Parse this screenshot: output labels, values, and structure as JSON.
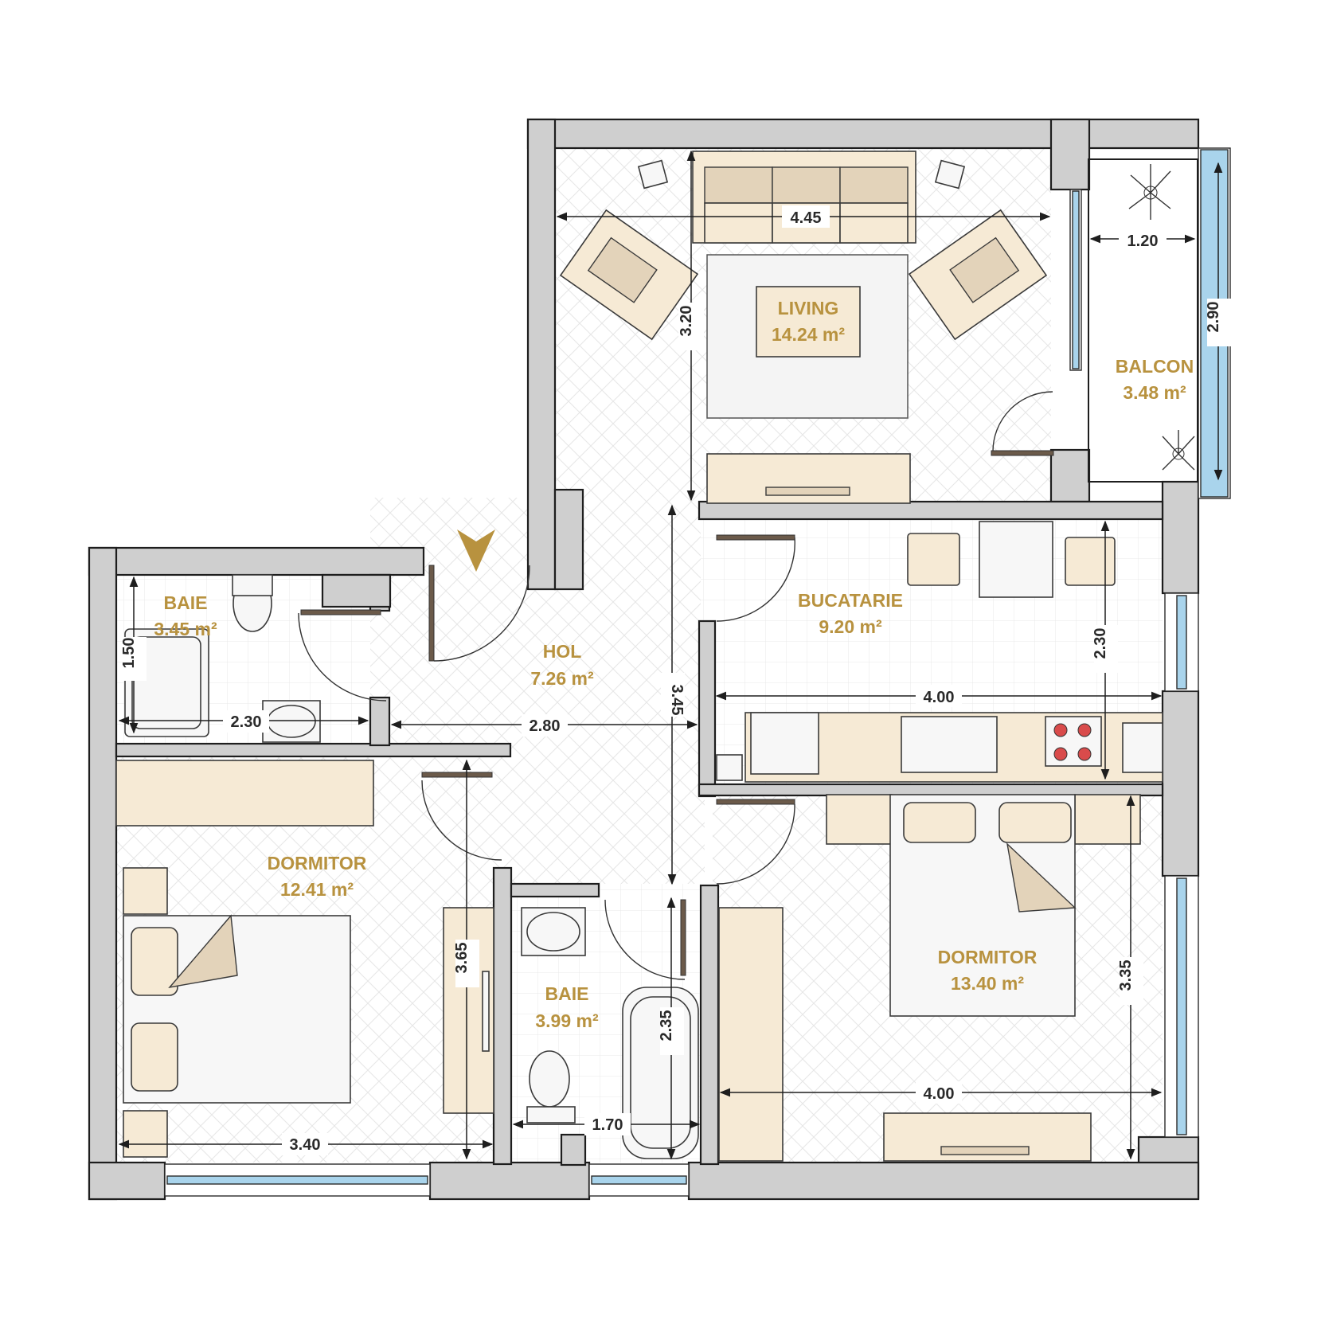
{
  "rooms": {
    "living": {
      "name": "LIVING",
      "area": "14.24 m²"
    },
    "balcon": {
      "name": "BALCON",
      "area": "3.48 m²"
    },
    "baie1": {
      "name": "BAIE",
      "area": "3.45 m²"
    },
    "hol": {
      "name": "HOL",
      "area": "7.26 m²"
    },
    "bucatarie": {
      "name": "BUCATARIE",
      "area": "9.20 m²"
    },
    "dormitor1": {
      "name": "DORMITOR",
      "area": "12.41 m²"
    },
    "baie2": {
      "name": "BAIE",
      "area": "3.99 m²"
    },
    "dormitor2": {
      "name": "DORMITOR",
      "area": "13.40 m²"
    }
  },
  "dimensions": {
    "living_width": "4.45",
    "living_depth": "3.20",
    "balcon_width": "1.20",
    "balcon_depth": "2.90",
    "baie1_width": "2.30",
    "baie1_depth": "1.50",
    "hol_width": "2.80",
    "hol_depth": "3.45",
    "bucatarie_width": "4.00",
    "bucatarie_depth": "2.30",
    "dormitor1_width": "3.40",
    "dormitor1_depth": "3.65",
    "baie2_width": "1.70",
    "baie2_depth": "2.35",
    "dormitor2_width": "4.00",
    "dormitor2_depth": "3.35"
  },
  "colors": {
    "label": "#b8923f",
    "wall": "#cfcfcf",
    "furniture": "#f6ead5",
    "glass": "#a9d4ec"
  }
}
